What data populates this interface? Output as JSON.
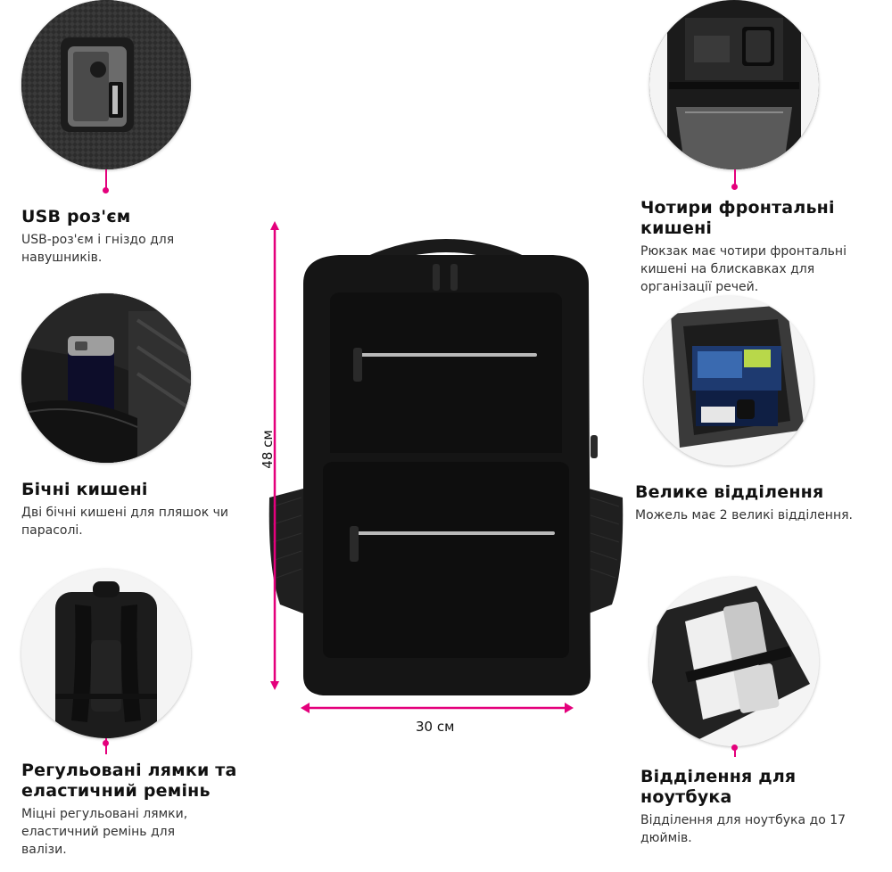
{
  "colors": {
    "accent": "#e4007c",
    "bag": "#151515",
    "zipper": "#b9b9b9"
  },
  "features": {
    "usb": {
      "title": "USB роз'єм",
      "desc": [
        "USB-роз'єм і гніздо для",
        "навушників."
      ],
      "icon": "usb-port-closeup"
    },
    "side": {
      "title": "Бічні кишені",
      "desc": [
        "Дві бічні кишені для пляшок чи",
        "парасолі."
      ],
      "icon": "side-pocket-bottle"
    },
    "straps": {
      "title": [
        "Регульовані лямки та",
        "еластичний ремінь"
      ],
      "desc": [
        "Міцні регульовані лямки,",
        "еластичний ремінь для",
        "валізи."
      ],
      "icon": "backpack-back-straps"
    },
    "front": {
      "title": "Чотири фронтальні кишені",
      "desc": [
        "Рюкзак має чотири фронтальні",
        "кишені на блискавках для",
        "організації речей."
      ],
      "icon": "front-pockets-open"
    },
    "main": {
      "title": "Велике відділення",
      "desc": [
        "Можель має 2 великі відділення."
      ],
      "icon": "main-compartment-open"
    },
    "laptop": {
      "title": "Відділення для ноутбука",
      "desc": [
        "Відділення для ноутбука до 17",
        "дюймів."
      ],
      "icon": "laptop-compartment-open"
    }
  },
  "dimensions": {
    "height": "48 см",
    "width": "30 см"
  }
}
